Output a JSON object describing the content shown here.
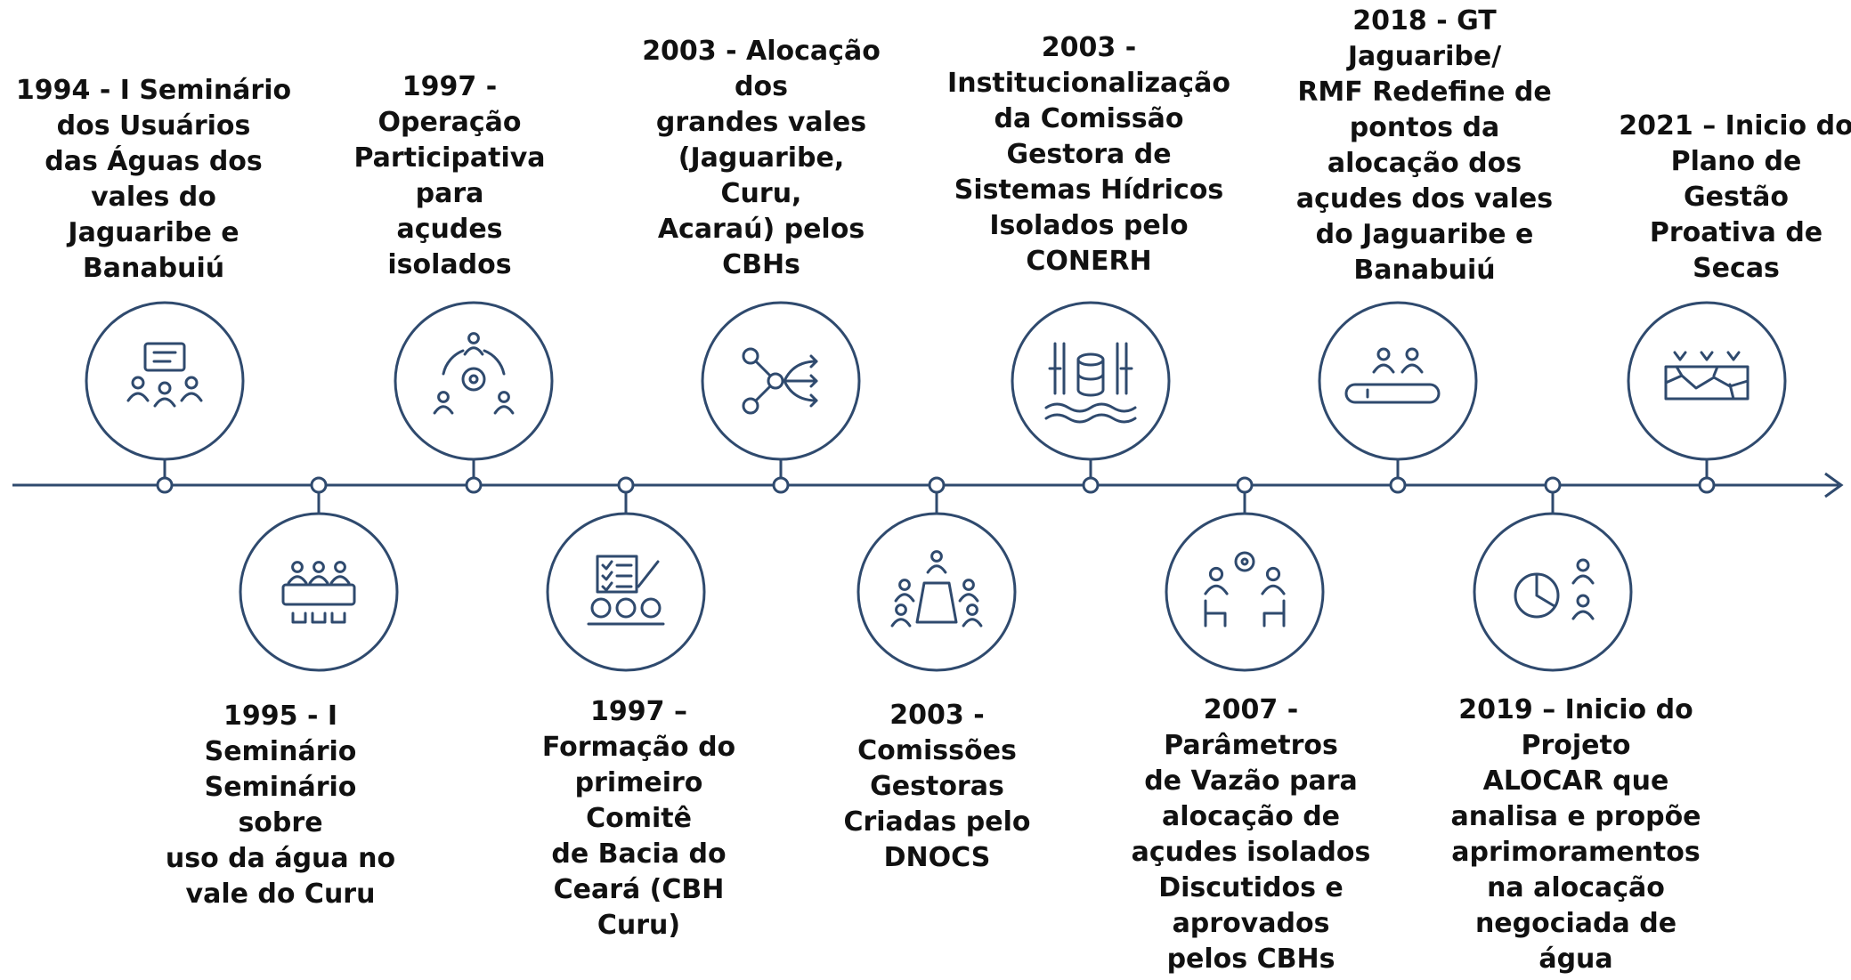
{
  "timeline": {
    "accent_color": "#2f4a6e",
    "events": [
      {
        "label": "1994 - I Seminário\ndos Usuários\ndas Águas dos\nvales do\nJaguaribe e\nBanabuiú",
        "icon": "meeting-chat-icon"
      },
      {
        "label": "1995 - I\nSeminário\nSeminário\nsobre\nuso da água no\nvale do Curu",
        "icon": "conference-table-icon"
      },
      {
        "label": "1997 -\nOperação\nParticipativa\npara\naçudes\nisolados",
        "icon": "team-gear-icon"
      },
      {
        "label": "1997 –\nFormação do\nprimeiro Comitê\nde Bacia do\nCeará (CBH\nCuru)",
        "icon": "checklist-team-icon"
      },
      {
        "label": "2003 - Alocação\ndos\ngrandes vales\n(Jaguaribe,\nCuru,\nAcaraú) pelos\nCBHs",
        "icon": "distribution-network-icon"
      },
      {
        "label": "2003 -\nComissões\nGestoras\nCriadas pelo\nDNOCS",
        "icon": "boardroom-icon"
      },
      {
        "label": "2003 -\nInstitucionalização\nda Comissão\nGestora de\nSistemas Hídricos\nIsolados pelo\nCONERH",
        "icon": "water-database-icon"
      },
      {
        "label": "2007 -\nParâmetros\nde Vazão para\nalocação de\naçudes isolados\nDiscutidos e\naprovados\npelos CBHs",
        "icon": "discussion-icon"
      },
      {
        "label": "2018 - GT\nJaguaribe/\nRMF Redefine de\npontos da\nalocação dos\naçudes dos vales\ndo Jaguaribe e\nBanabuiú",
        "icon": "workgroup-icon"
      },
      {
        "label": "2019 – Inicio do\nProjeto\nALOCAR que\nanalisa e propõe\naprimoramentos\nna alocação\nnegociada de\nágua",
        "icon": "analysis-chart-icon"
      },
      {
        "label": "2021 – Inicio do\nPlano de\nGestão\nProativa de\nSecas",
        "icon": "drought-reservoir-icon"
      }
    ]
  }
}
